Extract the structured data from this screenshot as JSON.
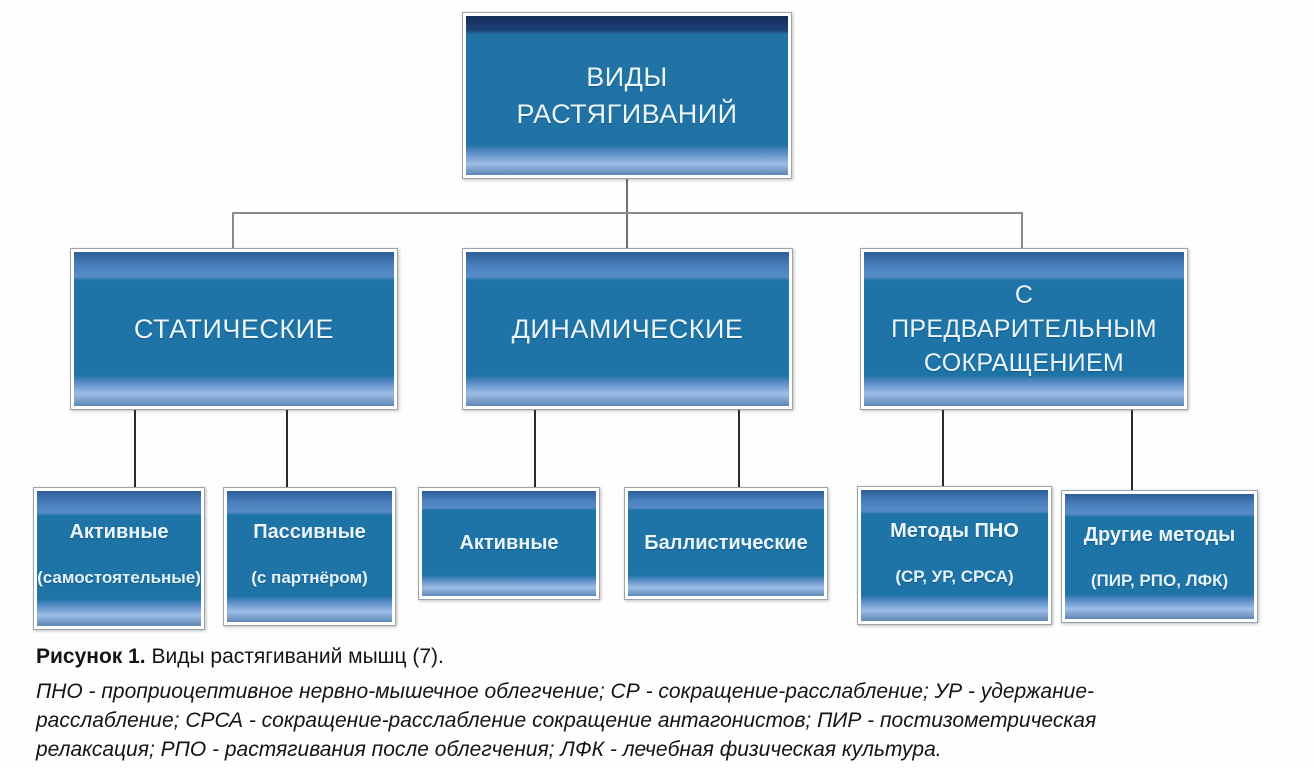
{
  "diagram": {
    "nodes": {
      "root": {
        "label": "ВИДЫ\nРАСТЯГИВАНИЙ"
      },
      "static": {
        "label": "СТАТИЧЕСКИЕ"
      },
      "dynamic": {
        "label": "ДИНАМИЧЕСКИЕ"
      },
      "precontraction": {
        "label": "С\nПРЕДВАРИТЕЛЬНЫМ\nСОКРАЩЕНИЕМ"
      },
      "static_active": {
        "label": "Активные",
        "sublabel": "(самостоятельные)"
      },
      "static_passive": {
        "label": "Пассивные",
        "sublabel": "(с партнёром)"
      },
      "dynamic_active": {
        "label": "Активные"
      },
      "ballistic": {
        "label": "Баллистические"
      },
      "pnf_methods": {
        "label": "Методы ПНО",
        "sublabel": "(СР, УР, СРСА)"
      },
      "other_methods": {
        "label": "Другие методы",
        "sublabel": "(ПИР, РПО, ЛФК)"
      }
    },
    "colors": {
      "box_fill": "#1e73a7",
      "band_steel": "#568bc6",
      "band_navy": "#1c4176",
      "box_text": "#eaf5fc",
      "connector_gray": "#8a8a8a",
      "connector_dark": "#2b2b2b"
    }
  },
  "caption": {
    "prefix": "Рисунок 1.",
    "text": " Виды растягиваний мышц (7)."
  },
  "footnote_lines": [
    "ПНО - проприоцептивное нервно-мышечное облегчение; СР - сокращение-расслабление; УР - удержание-",
    "расслабление; СРСА - сокращение-расслабление сокращение антагонистов; ПИР - постизометрическая",
    "релаксация; РПО - растягивания после облегчения; ЛФК - лечебная физическая культура."
  ]
}
